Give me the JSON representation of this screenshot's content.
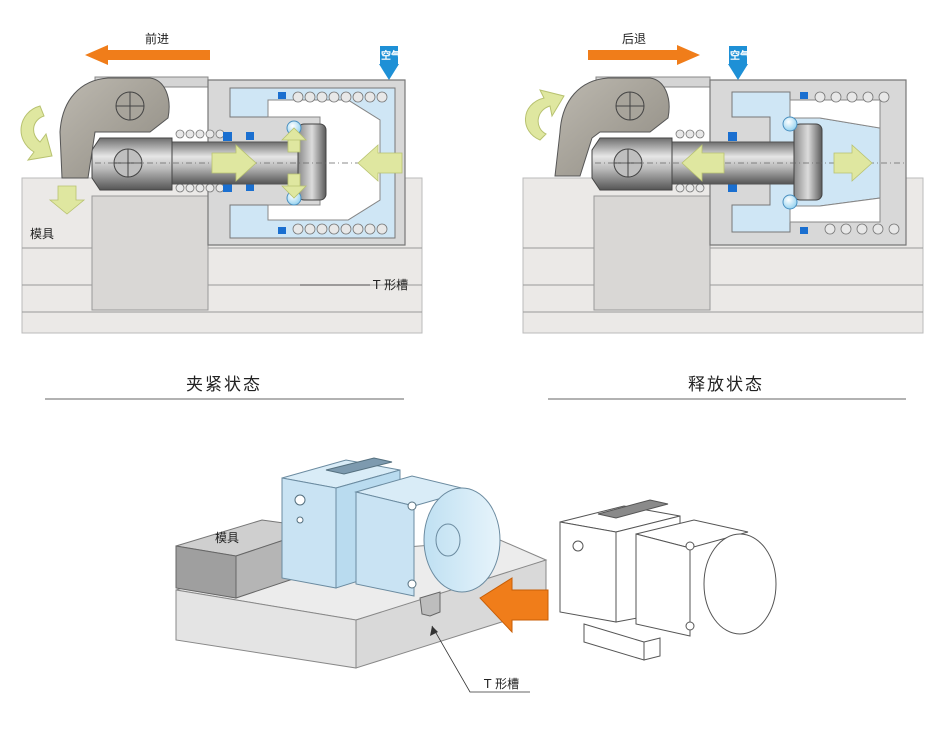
{
  "clamp_panel": {
    "direction_label": "前进",
    "air_label": "空气",
    "mold_label": "模具",
    "slot_label": "T 形槽",
    "caption": "夹紧状态"
  },
  "release_panel": {
    "direction_label": "后退",
    "air_label": "空气",
    "caption": "释放状态"
  },
  "iso_view": {
    "mold_label": "模具",
    "slot_label": "T 形槽"
  },
  "colors": {
    "push_arrow": "#f07d1a",
    "air_arrow": "#1e90d6",
    "air_fill": "#cfe6f5",
    "flow_arrow": "#dfe7a0",
    "body_gray": "#d7d7d7",
    "clamp_arm": "#a7a39a",
    "seal_blue": "#1a6fd0"
  }
}
